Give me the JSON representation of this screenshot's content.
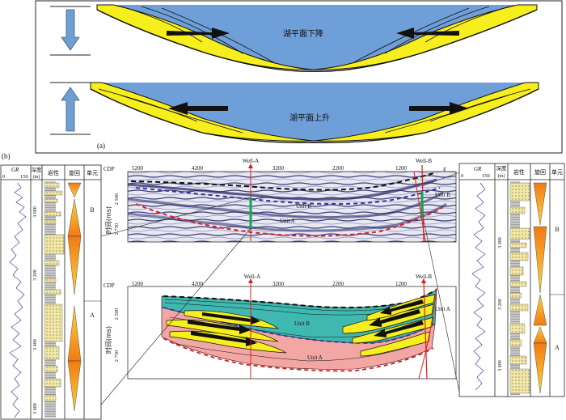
{
  "panel_a": {
    "label": "(a)",
    "lower_text": "湖平面下降",
    "rise_text": "湖平面上升"
  },
  "panel_b": {
    "label": "(b)",
    "left_log": {
      "gr_label": "GR",
      "scale_min": "0",
      "scale_max": "150",
      "depth_label": "深度",
      "depth_unit": "(m)",
      "lith_label": "岩性",
      "cycle_label": "旋回",
      "unit_label": "单元",
      "depths": [
        "3 000",
        "3 200",
        "3 400",
        "3 600"
      ],
      "units": [
        "B",
        "A"
      ]
    },
    "right_log": {
      "gr_label": "GR",
      "scale_min": "0",
      "scale_max": "150",
      "depth_label": "深度",
      "depth_unit": "(m)",
      "lith_label": "岩性",
      "cycle_label": "旋回",
      "unit_label": "单元",
      "depths": [
        "3 000",
        "3 200",
        "3 400"
      ],
      "units": [
        "B",
        "A"
      ]
    },
    "seismic": {
      "cdp_label": "CDP",
      "cdp_ticks": [
        "5200",
        "4200",
        "3200",
        "2200",
        "1200"
      ],
      "time_axis_label": "时间(ms)",
      "time_ticks": [
        "2 500",
        "2 750"
      ],
      "well_a": "Well-A",
      "well_b": "Well-B",
      "fault_e": "E",
      "unit_b": "Unit B",
      "unit_a": "Unit A",
      "unit_b_right": "Unit B"
    },
    "interpretation": {
      "cdp_label": "CDP",
      "cdp_ticks": [
        "5200",
        "4200",
        "3200",
        "2200",
        "1200"
      ],
      "time_axis_label": "时间(ms)",
      "time_ticks": [
        "2 500",
        "2 750"
      ],
      "well_a": "Well-A",
      "well_b": "Well-B",
      "unit_b": "Unit B",
      "unit_a": "Unit A",
      "unit_a_right": "Unit A"
    }
  },
  "colors": {
    "lake": "#6f9fd8",
    "sand": "#f7ee1e",
    "arrow_blue": "#6d9fd2",
    "unit_b_fill": "#3fb8b0",
    "unit_a_fill": "#f2a7a4",
    "cycle_orange": "#f08a1e",
    "well_red": "#e01b1b",
    "well_green": "#16a34a"
  }
}
